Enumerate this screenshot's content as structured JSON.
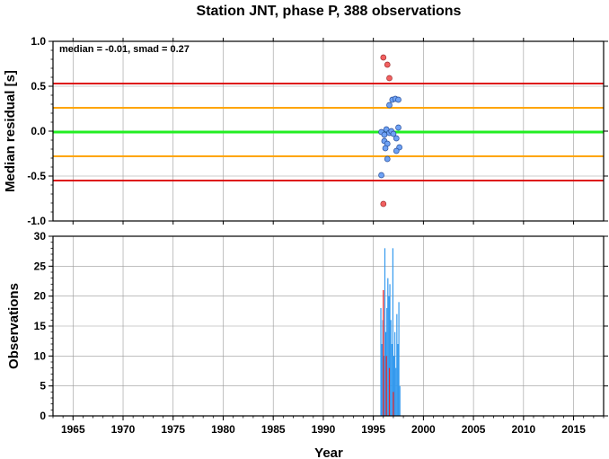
{
  "chart_data": [
    {
      "type": "scatter",
      "title": "Station JNT, phase P, 388 observations",
      "ylabel": "Median residual [s]",
      "xlim": [
        1963,
        2018
      ],
      "ylim": [
        -1.0,
        1.0
      ],
      "yticks": [
        "1.0",
        "0.5",
        "0.0",
        "-0.5",
        "-1.0"
      ],
      "grid": true,
      "annotation": "median = -0.01, smad = 0.27",
      "colors": {
        "median_line": "#22ee22",
        "smad_line": "#ffa500",
        "outlier_line": "#dd1111",
        "outlier_point": "#f26060",
        "normal_point": "#6ea2f5"
      },
      "reference_lines": [
        {
          "kind": "median",
          "value": -0.01
        },
        {
          "kind": "smad",
          "value": 0.26
        },
        {
          "kind": "smad",
          "value": -0.28
        },
        {
          "kind": "outlier",
          "value": 0.53
        },
        {
          "kind": "outlier",
          "value": -0.55
        }
      ],
      "points": [
        {
          "x": 1996.0,
          "y": 0.82,
          "outlier": true
        },
        {
          "x": 1996.4,
          "y": 0.74,
          "outlier": true
        },
        {
          "x": 1996.6,
          "y": 0.59,
          "outlier": true
        },
        {
          "x": 1996.0,
          "y": -0.81,
          "outlier": true
        },
        {
          "x": 1996.6,
          "y": 0.29,
          "outlier": false
        },
        {
          "x": 1996.9,
          "y": 0.35,
          "outlier": false
        },
        {
          "x": 1997.2,
          "y": 0.36,
          "outlier": false
        },
        {
          "x": 1997.5,
          "y": 0.35,
          "outlier": false
        },
        {
          "x": 1995.8,
          "y": -0.01,
          "outlier": false
        },
        {
          "x": 1996.1,
          "y": -0.04,
          "outlier": false
        },
        {
          "x": 1996.3,
          "y": 0.02,
          "outlier": false
        },
        {
          "x": 1996.6,
          "y": -0.02,
          "outlier": false
        },
        {
          "x": 1996.8,
          "y": 0.0,
          "outlier": false
        },
        {
          "x": 1997.0,
          "y": -0.03,
          "outlier": false
        },
        {
          "x": 1997.3,
          "y": -0.08,
          "outlier": false
        },
        {
          "x": 1997.5,
          "y": 0.04,
          "outlier": false
        },
        {
          "x": 1996.1,
          "y": -0.11,
          "outlier": false
        },
        {
          "x": 1996.4,
          "y": -0.14,
          "outlier": false
        },
        {
          "x": 1996.2,
          "y": -0.19,
          "outlier": false
        },
        {
          "x": 1997.6,
          "y": -0.18,
          "outlier": false
        },
        {
          "x": 1997.3,
          "y": -0.22,
          "outlier": false
        },
        {
          "x": 1996.4,
          "y": -0.31,
          "outlier": false
        },
        {
          "x": 1995.8,
          "y": -0.49,
          "outlier": false
        }
      ]
    },
    {
      "type": "bar",
      "ylabel": "Observations",
      "xlabel": "Year",
      "xlim": [
        1963,
        2018
      ],
      "ylim": [
        0,
        30
      ],
      "xticks": [
        "1965",
        "1970",
        "1975",
        "1980",
        "1985",
        "1990",
        "1995",
        "2000",
        "2005",
        "2010",
        "2015"
      ],
      "yticks": [
        "0",
        "5",
        "10",
        "15",
        "20",
        "25",
        "30"
      ],
      "grid": true,
      "colors": {
        "bar": "#3399ee",
        "outlier_bar": "#ee2222"
      },
      "series": [
        {
          "kind": "all",
          "x": [
            1995.75,
            1995.85,
            1995.95,
            1996.05,
            1996.15,
            1996.25,
            1996.35,
            1996.45,
            1996.55,
            1996.65,
            1996.75,
            1996.85,
            1996.95,
            1997.05,
            1997.15,
            1997.25,
            1997.35,
            1997.45,
            1997.55,
            1997.65
          ],
          "values": [
            18,
            12,
            16,
            10,
            28,
            14,
            18,
            23,
            20,
            22,
            16,
            12,
            28,
            10,
            14,
            8,
            17,
            12,
            19,
            5
          ]
        },
        {
          "kind": "outliers",
          "x": [
            1996.0,
            1996.3,
            1996.6,
            1997.0
          ],
          "values": [
            21,
            10,
            8,
            4
          ]
        }
      ]
    }
  ]
}
